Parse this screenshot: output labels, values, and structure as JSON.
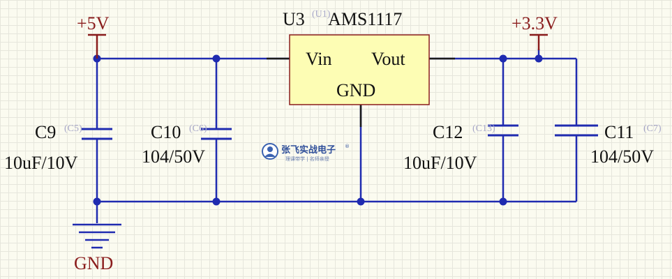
{
  "components": {
    "u3": {
      "designator": "U3",
      "ref": "(U1)",
      "part": "AMS1117",
      "pin_in": "Vin",
      "pin_out": "Vout",
      "pin_gnd": "GND"
    },
    "c9": {
      "designator": "C9",
      "ref": "(C5)",
      "value": "10uF/10V"
    },
    "c10": {
      "designator": "C10",
      "ref": "(C6)",
      "value": "104/50V"
    },
    "c12": {
      "designator": "C12",
      "ref": "(C13)",
      "value": "10uF/10V"
    },
    "c11": {
      "designator": "C11",
      "ref": "(C7)",
      "value": "104/50V"
    }
  },
  "nets": {
    "vin": "+5V",
    "vout": "+3.3V",
    "gnd": "GND"
  },
  "watermark": {
    "name": "张飞实战电子",
    "mark": "®",
    "tagline": "理课带学 | 名师亲授"
  },
  "colors": {
    "wire": "#1f2bb0",
    "power": "#8a1c1c",
    "ic_fill": "#fdfdb4",
    "background": "#fbfbf0"
  }
}
